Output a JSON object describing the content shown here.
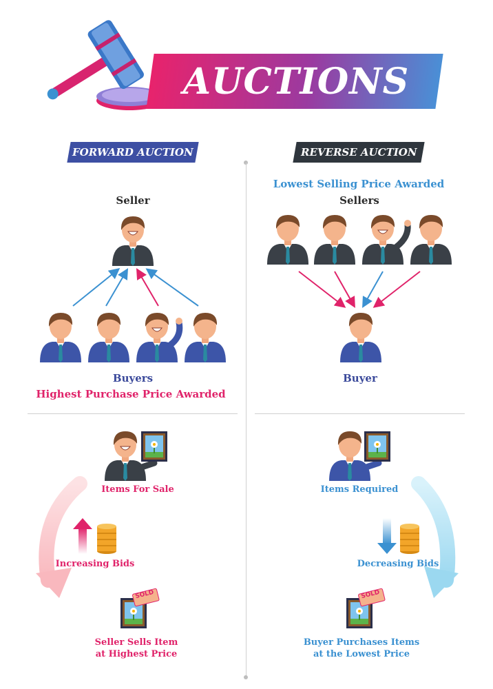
{
  "title": "AUCTIONS",
  "forward": {
    "tag": "FORWARD AUCTION",
    "seller_label": "Seller",
    "buyers_label": "Buyers",
    "award": "Highest Purchase Price Awarded",
    "items_for_sale": "Items For Sale",
    "increasing_bids": "Increasing Bids",
    "result_line1": "Seller Sells Item",
    "result_line2": "at Highest Price"
  },
  "reverse": {
    "tag": "REVERSE AUCTION",
    "award": "Lowest Selling Price Awarded",
    "sellers_label": "Sellers",
    "buyer_label": "Buyer",
    "items_required": "Items Required",
    "decreasing_bids": "Decreasing Bids",
    "result_line1": "Buyer Purchases Items",
    "result_line2": "at the Lowest Price"
  },
  "sold_badge": "SOLD",
  "colors": {
    "pink": "#e0236a",
    "blue": "#3b91d1",
    "navy": "#3b4a9b",
    "dark_tag": "#2f363d",
    "forward_tag": "#3d4fa3"
  }
}
